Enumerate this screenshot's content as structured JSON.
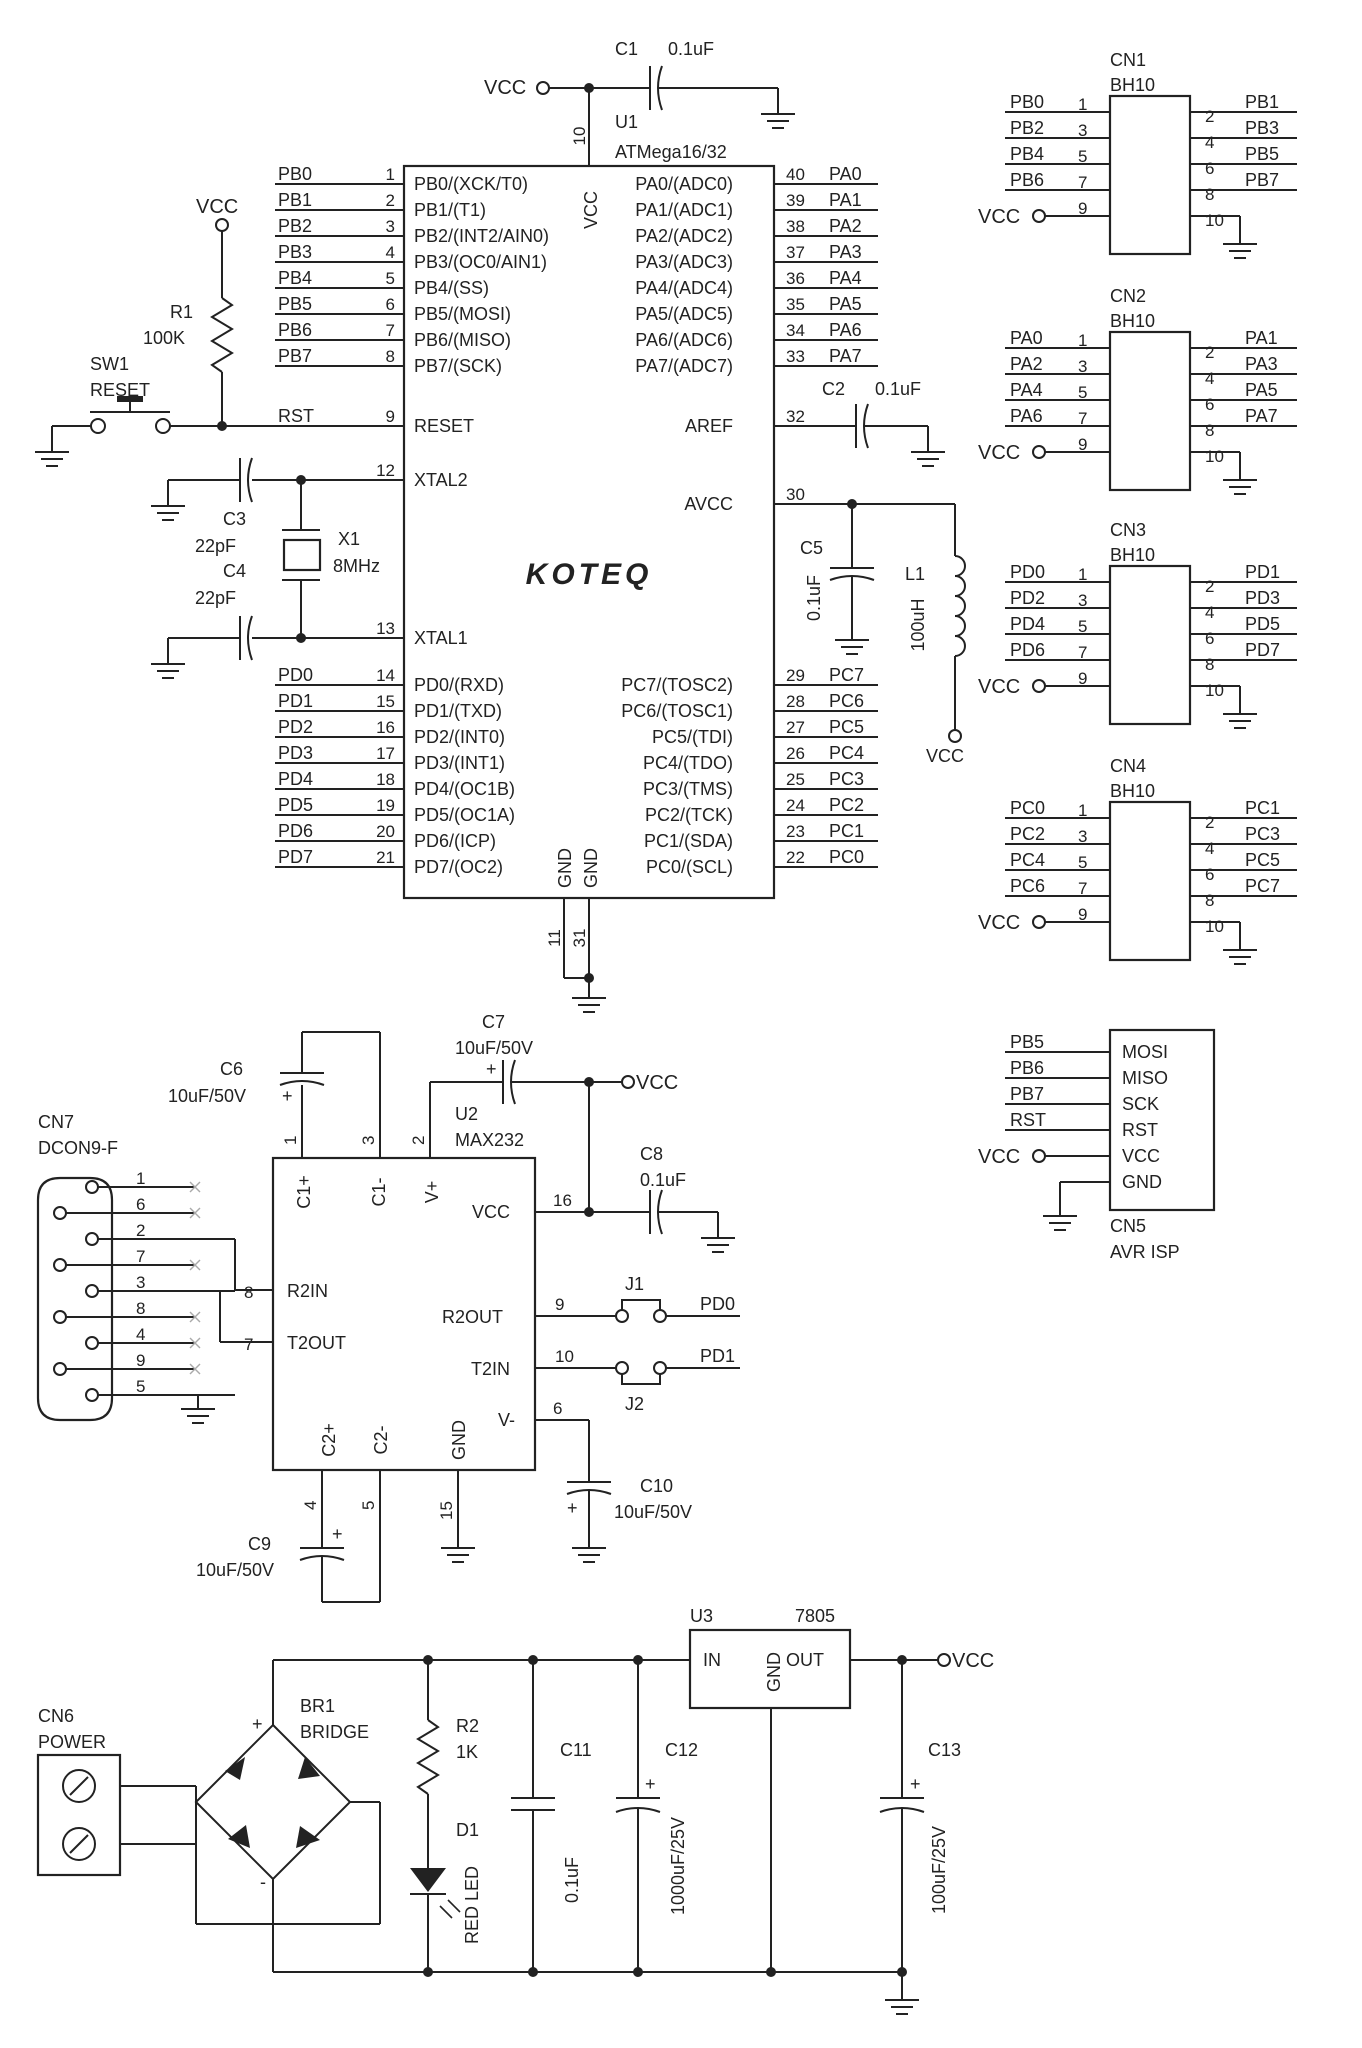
{
  "mcu": {
    "ref": "U1",
    "part": "ATMega16/32",
    "logo": "KOTEQ",
    "vcc_pin": "10",
    "vcc_label": "VCC",
    "gnd_label": "GND",
    "gnd_pin1": "11",
    "gnd_pin2": "31",
    "left_pins": [
      {
        "num": "1",
        "net": "PB0",
        "func": "PB0/(XCK/T0)"
      },
      {
        "num": "2",
        "net": "PB1",
        "func": "PB1/(T1)"
      },
      {
        "num": "3",
        "net": "PB2",
        "func": "PB2/(INT2/AIN0)"
      },
      {
        "num": "4",
        "net": "PB3",
        "func": "PB3/(OC0/AIN1)"
      },
      {
        "num": "5",
        "net": "PB4",
        "func": "PB4/(SS)"
      },
      {
        "num": "6",
        "net": "PB5",
        "func": "PB5/(MOSI)"
      },
      {
        "num": "7",
        "net": "PB6",
        "func": "PB6/(MISO)"
      },
      {
        "num": "8",
        "net": "PB7",
        "func": "PB7/(SCK)"
      },
      {
        "num": "9",
        "net": "RST",
        "func": "RESET"
      },
      {
        "num": "12",
        "net": "",
        "func": "XTAL2"
      },
      {
        "num": "13",
        "net": "",
        "func": "XTAL1"
      },
      {
        "num": "14",
        "net": "PD0",
        "func": "PD0/(RXD)"
      },
      {
        "num": "15",
        "net": "PD1",
        "func": "PD1/(TXD)"
      },
      {
        "num": "16",
        "net": "PD2",
        "func": "PD2/(INT0)"
      },
      {
        "num": "17",
        "net": "PD3",
        "func": "PD3/(INT1)"
      },
      {
        "num": "18",
        "net": "PD4",
        "func": "PD4/(OC1B)"
      },
      {
        "num": "19",
        "net": "PD5",
        "func": "PD5/(OC1A)"
      },
      {
        "num": "20",
        "net": "PD6",
        "func": "PD6/(ICP)"
      },
      {
        "num": "21",
        "net": "PD7",
        "func": "PD7/(OC2)"
      }
    ],
    "right_pins": [
      {
        "num": "40",
        "net": "PA0",
        "func": "PA0/(ADC0)"
      },
      {
        "num": "39",
        "net": "PA1",
        "func": "PA1/(ADC1)"
      },
      {
        "num": "38",
        "net": "PA2",
        "func": "PA2/(ADC2)"
      },
      {
        "num": "37",
        "net": "PA3",
        "func": "PA3/(ADC3)"
      },
      {
        "num": "36",
        "net": "PA4",
        "func": "PA4/(ADC4)"
      },
      {
        "num": "35",
        "net": "PA5",
        "func": "PA5/(ADC5)"
      },
      {
        "num": "34",
        "net": "PA6",
        "func": "PA6/(ADC6)"
      },
      {
        "num": "33",
        "net": "PA7",
        "func": "PA7/(ADC7)"
      },
      {
        "num": "32",
        "net": "",
        "func": "AREF"
      },
      {
        "num": "30",
        "net": "",
        "func": "AVCC"
      },
      {
        "num": "29",
        "net": "PC7",
        "func": "PC7/(TOSC2)"
      },
      {
        "num": "28",
        "net": "PC6",
        "func": "PC6/(TOSC1)"
      },
      {
        "num": "27",
        "net": "PC5",
        "func": "PC5/(TDI)"
      },
      {
        "num": "26",
        "net": "PC4",
        "func": "PC4/(TDO)"
      },
      {
        "num": "25",
        "net": "PC3",
        "func": "PC3/(TMS)"
      },
      {
        "num": "24",
        "net": "PC2",
        "func": "PC2/(TCK)"
      },
      {
        "num": "23",
        "net": "PC1",
        "func": "PC1/(SDA)"
      },
      {
        "num": "22",
        "net": "PC0",
        "func": "PC0/(SCL)"
      }
    ]
  },
  "parts": {
    "c1": {
      "ref": "C1",
      "value": "0.1uF"
    },
    "c2": {
      "ref": "C2",
      "value": "0.1uF"
    },
    "c3": {
      "ref": "C3",
      "value": "22pF"
    },
    "c4": {
      "ref": "C4",
      "value": "22pF"
    },
    "c5": {
      "ref": "C5",
      "value": "0.1uF"
    },
    "l1": {
      "ref": "L1",
      "value": "100uH"
    },
    "x1": {
      "ref": "X1",
      "value": "8MHz"
    },
    "r1": {
      "ref": "R1",
      "value": "100K"
    },
    "sw1": {
      "ref": "SW1",
      "value": "RESET"
    },
    "vcc": "VCC"
  },
  "headers": [
    {
      "ref": "CN1",
      "type": "BH10",
      "pins": [
        {
          "l": "PB0",
          "ln": "1",
          "r": "PB1",
          "rn": "2"
        },
        {
          "l": "PB2",
          "ln": "3",
          "r": "PB3",
          "rn": "4"
        },
        {
          "l": "PB4",
          "ln": "5",
          "r": "PB5",
          "rn": "6"
        },
        {
          "l": "PB6",
          "ln": "7",
          "r": "PB7",
          "rn": "8"
        }
      ],
      "vcc": "VCC",
      "vn": "9",
      "gn": "10"
    },
    {
      "ref": "CN2",
      "type": "BH10",
      "pins": [
        {
          "l": "PA0",
          "ln": "1",
          "r": "PA1",
          "rn": "2"
        },
        {
          "l": "PA2",
          "ln": "3",
          "r": "PA3",
          "rn": "4"
        },
        {
          "l": "PA4",
          "ln": "5",
          "r": "PA5",
          "rn": "6"
        },
        {
          "l": "PA6",
          "ln": "7",
          "r": "PA7",
          "rn": "8"
        }
      ],
      "vcc": "VCC",
      "vn": "9",
      "gn": "10"
    },
    {
      "ref": "CN3",
      "type": "BH10",
      "pins": [
        {
          "l": "PD0",
          "ln": "1",
          "r": "PD1",
          "rn": "2"
        },
        {
          "l": "PD2",
          "ln": "3",
          "r": "PD3",
          "rn": "4"
        },
        {
          "l": "PD4",
          "ln": "5",
          "r": "PD5",
          "rn": "6"
        },
        {
          "l": "PD6",
          "ln": "7",
          "r": "PD7",
          "rn": "8"
        }
      ],
      "vcc": "VCC",
      "vn": "9",
      "gn": "10"
    },
    {
      "ref": "CN4",
      "type": "BH10",
      "pins": [
        {
          "l": "PC0",
          "ln": "1",
          "r": "PC1",
          "rn": "2"
        },
        {
          "l": "PC2",
          "ln": "3",
          "r": "PC3",
          "rn": "4"
        },
        {
          "l": "PC4",
          "ln": "5",
          "r": "PC5",
          "rn": "6"
        },
        {
          "l": "PC6",
          "ln": "7",
          "r": "PC7",
          "rn": "8"
        }
      ],
      "vcc": "VCC",
      "vn": "9",
      "gn": "10"
    }
  ],
  "isp": {
    "ref": "CN5",
    "name": "AVR ISP",
    "nets": [
      "PB5",
      "PB6",
      "PB7",
      "RST"
    ],
    "funcs": [
      "MOSI",
      "MISO",
      "SCK",
      "RST",
      "VCC",
      "GND"
    ],
    "vcc": "VCC"
  },
  "rs232": {
    "ref": "U2",
    "part": "MAX232",
    "pins": {
      "c1p": "C1+",
      "c1m": "C1-",
      "vp": "V+",
      "vcc": "VCC",
      "r2in": "R2IN",
      "t2out": "T2OUT",
      "r2out": "R2OUT",
      "t2in": "T2IN",
      "c2p": "C2+",
      "c2m": "C2-",
      "gnd": "GND",
      "vm": "V-"
    },
    "nums": {
      "p1": "1",
      "p3": "3",
      "p2": "2",
      "p16": "16",
      "p8": "8",
      "p7": "7",
      "p9": "9",
      "p10": "10",
      "p4": "4",
      "p5": "5",
      "p15": "15",
      "p6": "6"
    },
    "c6": {
      "ref": "C6",
      "value": "10uF/50V"
    },
    "c7": {
      "ref": "C7",
      "value": "10uF/50V"
    },
    "c8": {
      "ref": "C8",
      "value": "0.1uF"
    },
    "c9": {
      "ref": "C9",
      "value": "10uF/50V"
    },
    "c10": {
      "ref": "C10",
      "value": "10uF/50V"
    },
    "j1": "J1",
    "j2": "J2",
    "pd0": "PD0",
    "pd1": "PD1",
    "vcc": "VCC",
    "plus": "+"
  },
  "dsub": {
    "ref": "CN7",
    "type": "DCON9-F",
    "pins": [
      "1",
      "6",
      "2",
      "7",
      "3",
      "8",
      "4",
      "9",
      "5"
    ]
  },
  "power": {
    "cn6": {
      "ref": "CN6",
      "name": "POWER"
    },
    "br1": {
      "ref": "BR1",
      "name": "BRIDGE",
      "plus": "+",
      "minus": "-"
    },
    "r2": {
      "ref": "R2",
      "value": "1K"
    },
    "d1": {
      "ref": "D1",
      "value": "RED LED"
    },
    "c11": {
      "ref": "C11",
      "value": "0.1uF"
    },
    "c12": {
      "ref": "C12",
      "value": "1000uF/25V"
    },
    "c13": {
      "ref": "C13",
      "value": "100uF/25V"
    },
    "u3": {
      "ref": "U3",
      "part": "7805",
      "in": "IN",
      "out": "OUT",
      "gnd": "GND"
    },
    "vcc": "VCC"
  }
}
